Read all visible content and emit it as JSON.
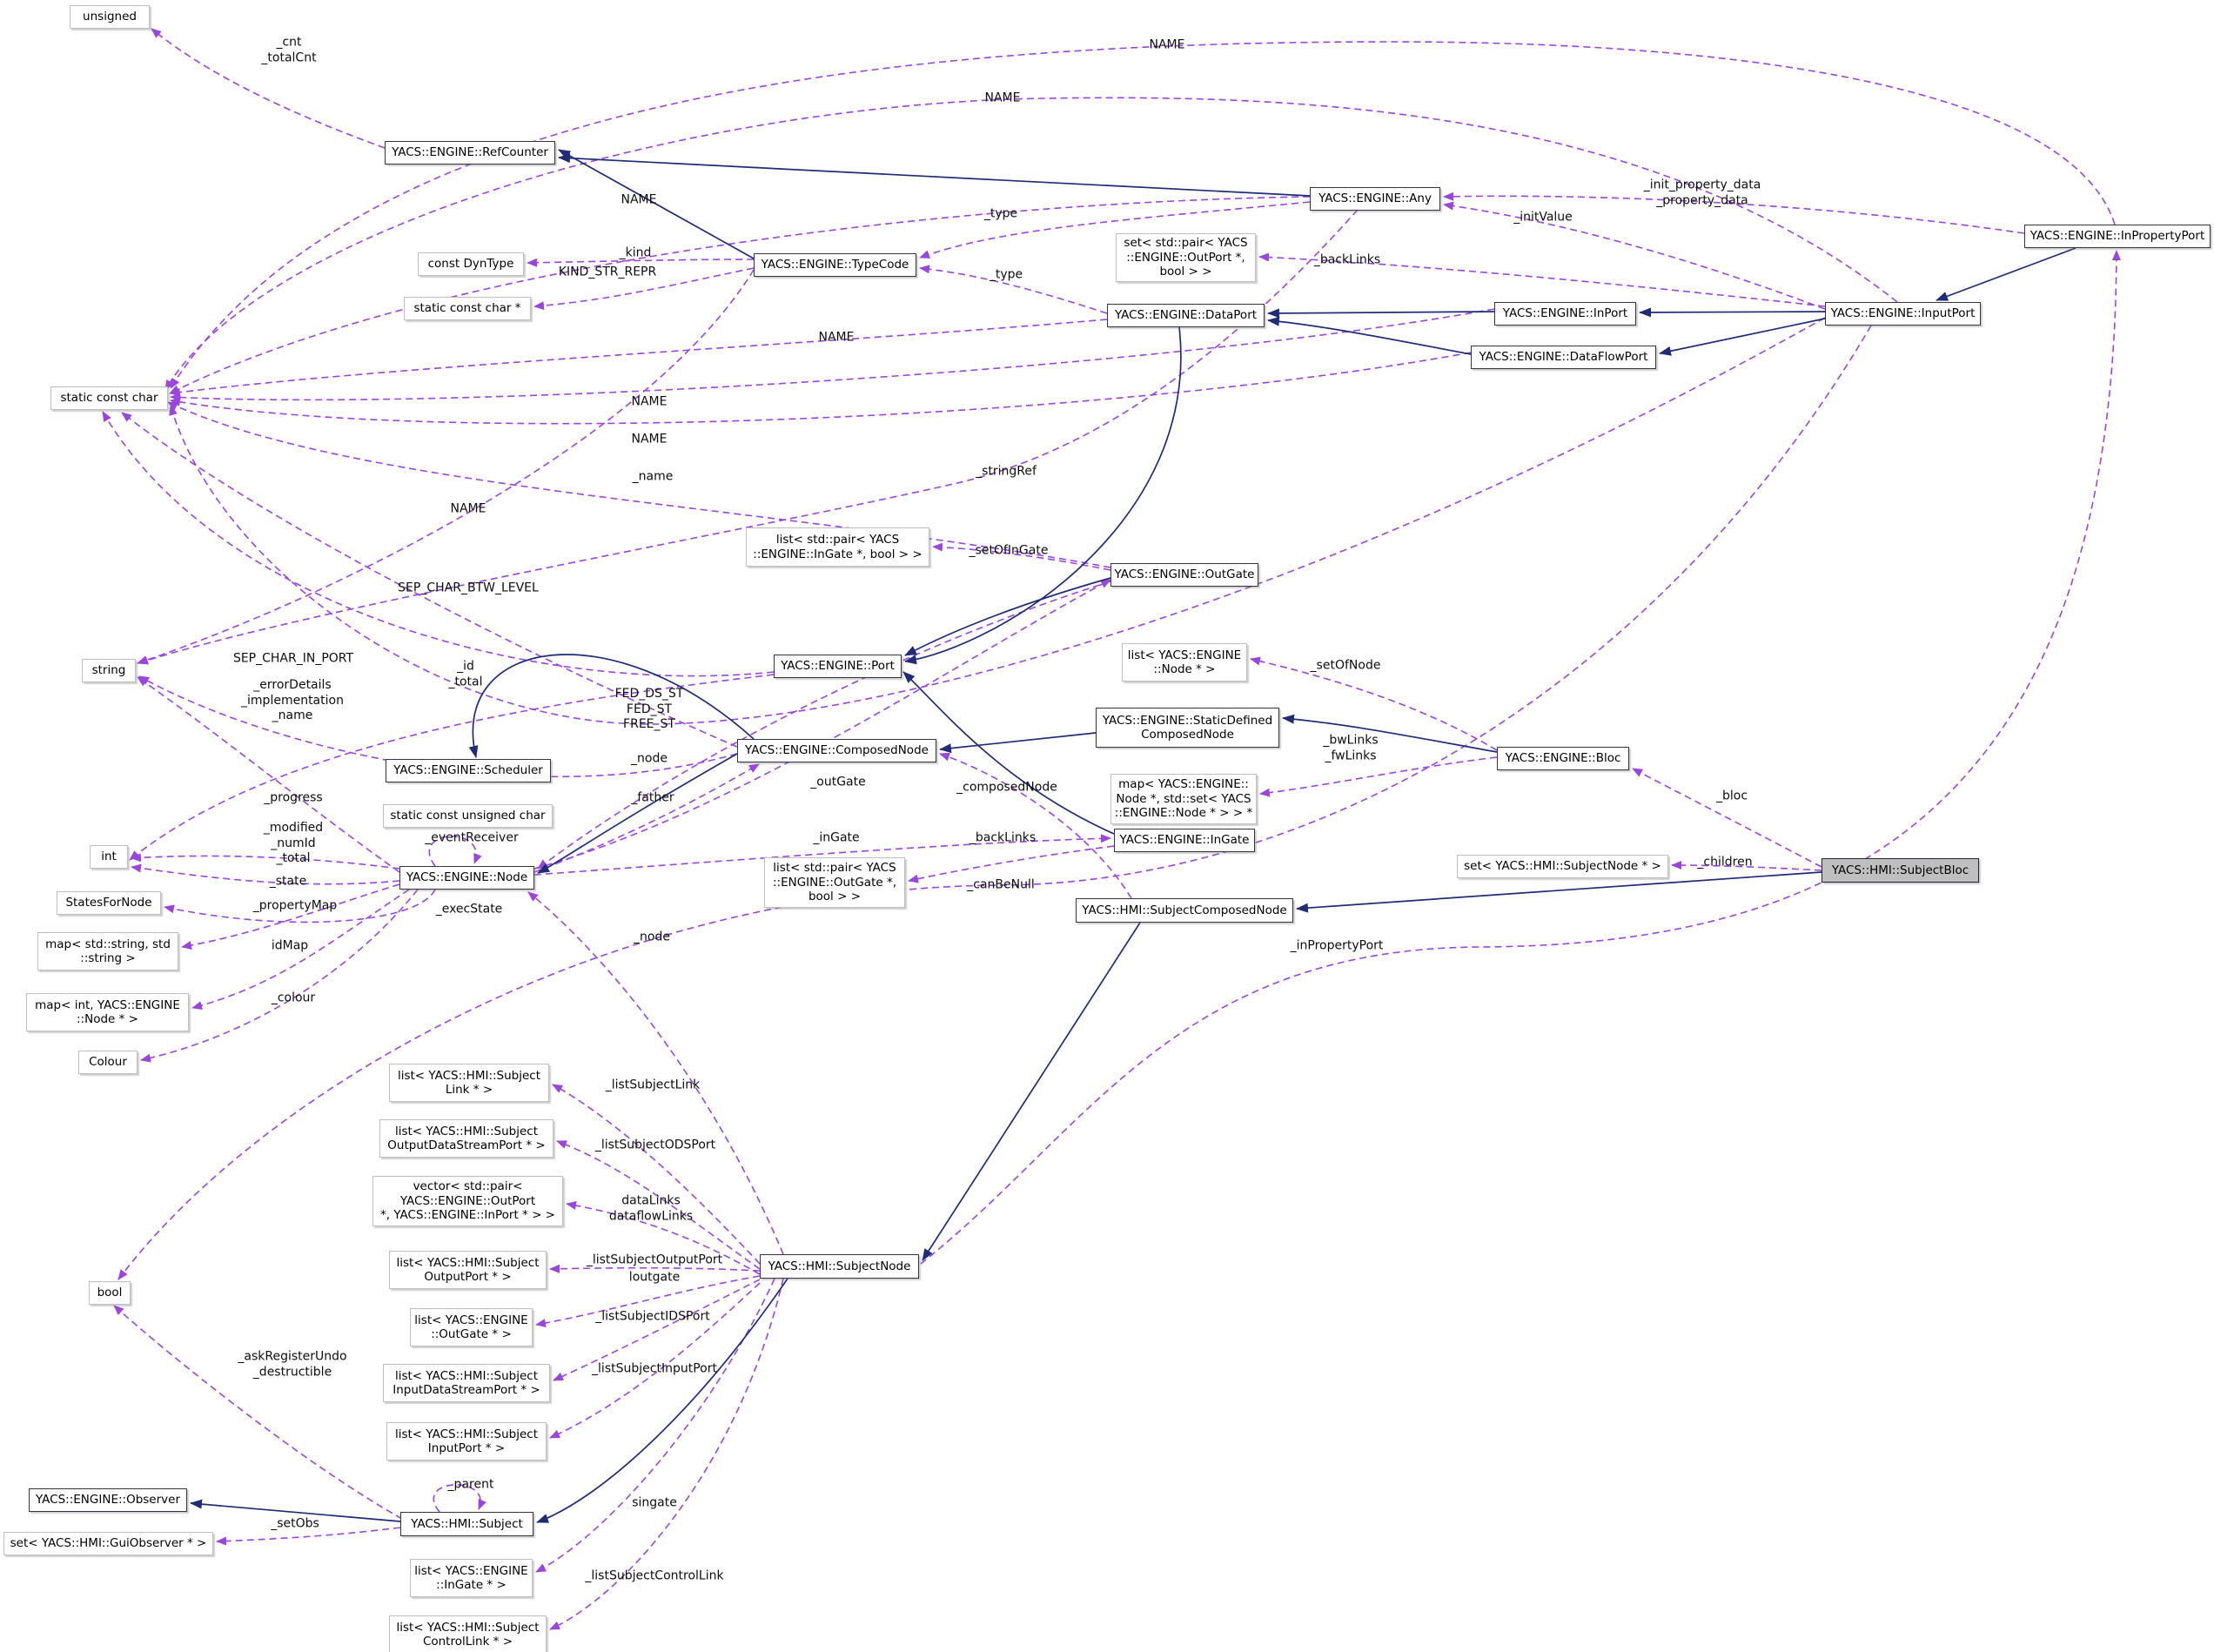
{
  "diagram": {
    "kind": "doxygen-collaboration-graph",
    "highlighted_node": "YACS::HMI::SubjectBloc",
    "colors": {
      "dashed_edge": "#9c45dd",
      "solid_edge": "#1f2d77",
      "highlight_fill": "#bfbfbf",
      "class_border": "#35353d",
      "template_border": "#c0c0c0",
      "background": "#ffffff"
    },
    "nodes": [
      {
        "id": "unsigned",
        "label": "unsigned",
        "kind": "template"
      },
      {
        "id": "refcounter",
        "label": "YACS::ENGINE::RefCounter",
        "kind": "class"
      },
      {
        "id": "any",
        "label": "YACS::ENGINE::Any",
        "kind": "class"
      },
      {
        "id": "dyntype",
        "label": "const DynType",
        "kind": "template"
      },
      {
        "id": "typecode",
        "label": "YACS::ENGINE::TypeCode",
        "kind": "class"
      },
      {
        "id": "staticconstcharptr",
        "label": "static const char *",
        "kind": "template"
      },
      {
        "id": "inpropertyport",
        "label": "YACS::ENGINE::InPropertyPort",
        "kind": "class"
      },
      {
        "id": "setpairoutport",
        "label": "set< std::pair< YACS\n::ENGINE::OutPort *,\nbool > >",
        "kind": "template"
      },
      {
        "id": "dataport",
        "label": "YACS::ENGINE::DataPort",
        "kind": "class"
      },
      {
        "id": "inport",
        "label": "YACS::ENGINE::InPort",
        "kind": "class"
      },
      {
        "id": "inputport",
        "label": "YACS::ENGINE::InputPort",
        "kind": "class"
      },
      {
        "id": "dataflowport",
        "label": "YACS::ENGINE::DataFlowPort",
        "kind": "class"
      },
      {
        "id": "staticconstchar",
        "label": "static const char",
        "kind": "template"
      },
      {
        "id": "listpairingate",
        "label": "list< std::pair< YACS\n::ENGINE::InGate *, bool > >",
        "kind": "template"
      },
      {
        "id": "outgate",
        "label": "YACS::ENGINE::OutGate",
        "kind": "class"
      },
      {
        "id": "listnodeptr",
        "label": "list< YACS::ENGINE\n::Node * >",
        "kind": "template"
      },
      {
        "id": "stringbox",
        "label": "string",
        "kind": "template"
      },
      {
        "id": "port",
        "label": "YACS::ENGINE::Port",
        "kind": "class"
      },
      {
        "id": "staticdefined",
        "label": "YACS::ENGINE::StaticDefined\nComposedNode",
        "kind": "class"
      },
      {
        "id": "composednode",
        "label": "YACS::ENGINE::ComposedNode",
        "kind": "class"
      },
      {
        "id": "scheduler",
        "label": "YACS::ENGINE::Scheduler",
        "kind": "class"
      },
      {
        "id": "staticconstunschar",
        "label": "static const unsigned char",
        "kind": "template"
      },
      {
        "id": "mapnodeset",
        "label": "map< YACS::ENGINE::\nNode *, std::set< YACS\n::ENGINE::Node * > > *",
        "kind": "template"
      },
      {
        "id": "bloc",
        "label": "YACS::ENGINE::Bloc",
        "kind": "class"
      },
      {
        "id": "ingate",
        "label": "YACS::ENGINE::InGate",
        "kind": "class"
      },
      {
        "id": "intbox",
        "label": "int",
        "kind": "template"
      },
      {
        "id": "node",
        "label": "YACS::ENGINE::Node",
        "kind": "class"
      },
      {
        "id": "listpairoutgate",
        "label": "list< std::pair< YACS\n::ENGINE::OutGate *,\nbool > >",
        "kind": "template"
      },
      {
        "id": "statesfornode",
        "label": "StatesForNode",
        "kind": "template"
      },
      {
        "id": "setsubjectnode",
        "label": "set< YACS::HMI::SubjectNode * >",
        "kind": "template"
      },
      {
        "id": "subjectbloc",
        "label": "YACS::HMI::SubjectBloc",
        "kind": "highlight"
      },
      {
        "id": "subjectcomposednode",
        "label": "YACS::HMI::SubjectComposedNode",
        "kind": "class"
      },
      {
        "id": "mapstringstring",
        "label": "map< std::string, std\n::string >",
        "kind": "template"
      },
      {
        "id": "mapintnode",
        "label": "map< int, YACS::ENGINE\n::Node * >",
        "kind": "template"
      },
      {
        "id": "colour",
        "label": "Colour",
        "kind": "template"
      },
      {
        "id": "listsubjectlink",
        "label": "list< YACS::HMI::Subject\nLink * >",
        "kind": "template"
      },
      {
        "id": "listsubjectodsport",
        "label": "list< YACS::HMI::Subject\nOutputDataStreamPort * >",
        "kind": "template"
      },
      {
        "id": "vectorpair",
        "label": "vector< std::pair<\nYACS::ENGINE::OutPort\n*, YACS::ENGINE::InPort * > >",
        "kind": "template"
      },
      {
        "id": "subjectnode",
        "label": "YACS::HMI::SubjectNode",
        "kind": "class"
      },
      {
        "id": "listsubjectoutputport",
        "label": "list< YACS::HMI::Subject\nOutputPort * >",
        "kind": "template"
      },
      {
        "id": "boolbox",
        "label": "bool",
        "kind": "template"
      },
      {
        "id": "listoutgateptr",
        "label": "list< YACS::ENGINE\n::OutGate * >",
        "kind": "template"
      },
      {
        "id": "listsubjectidsport",
        "label": "list< YACS::HMI::Subject\nInputDataStreamPort * >",
        "kind": "template"
      },
      {
        "id": "listsubjectinputport",
        "label": "list< YACS::HMI::Subject\nInputPort * >",
        "kind": "template"
      },
      {
        "id": "observer",
        "label": "YACS::ENGINE::Observer",
        "kind": "class"
      },
      {
        "id": "subject",
        "label": "YACS::HMI::Subject",
        "kind": "class"
      },
      {
        "id": "setguiobserver",
        "label": "set< YACS::HMI::GuiObserver * >",
        "kind": "template"
      },
      {
        "id": "listingateptr",
        "label": "list< YACS::ENGINE\n::InGate * >",
        "kind": "template"
      },
      {
        "id": "listsubjectcontrollink",
        "label": "list< YACS::HMI::Subject\nControlLink * >",
        "kind": "template"
      }
    ],
    "edges": [
      {
        "id": "cnt",
        "from": "refcounter",
        "to": "unsigned",
        "label": "_cnt\n_totalCnt",
        "style": "dashed"
      },
      {
        "id": "name_ipp",
        "from": "inpropertyport",
        "to": "staticconstchar",
        "label": "NAME",
        "style": "dashed"
      },
      {
        "id": "name_inputport",
        "from": "inputport",
        "to": "staticconstchar",
        "label": "NAME",
        "style": "dashed"
      },
      {
        "id": "name_any",
        "from": "any",
        "to": "staticconstchar",
        "label": "NAME",
        "style": "dashed"
      },
      {
        "id": "kind",
        "from": "typecode",
        "to": "dyntype",
        "label": "_kind",
        "style": "dashed"
      },
      {
        "id": "kindstr",
        "from": "typecode",
        "to": "staticconstcharptr",
        "label": "KIND_STR_REPR",
        "style": "dashed"
      },
      {
        "id": "type1",
        "from": "any",
        "to": "typecode",
        "label": "_type",
        "style": "dashed"
      },
      {
        "id": "type2",
        "from": "dataport",
        "to": "typecode",
        "label": "_type",
        "style": "dashed"
      },
      {
        "id": "initprop",
        "from": "inpropertyport",
        "to": "any",
        "label": "_init_property_data\n_property_data",
        "style": "dashed"
      },
      {
        "id": "initvalue",
        "from": "inputport",
        "to": "any",
        "label": "_initValue",
        "style": "dashed"
      },
      {
        "id": "backlinks1",
        "from": "inputport",
        "to": "setpairoutport",
        "label": "_backLinks",
        "style": "dashed"
      },
      {
        "id": "name_dataport",
        "from": "dataport",
        "to": "staticconstchar",
        "label": "NAME",
        "style": "dashed"
      },
      {
        "id": "name_inport",
        "from": "inport",
        "to": "staticconstchar",
        "label": "NAME",
        "style": "dashed"
      },
      {
        "id": "name_dfp",
        "from": "dataflowport",
        "to": "staticconstchar",
        "label": "NAME",
        "style": "dashed"
      },
      {
        "id": "stringref",
        "from": "any",
        "to": "stringbox",
        "label": "_stringRef",
        "style": "dashed"
      },
      {
        "id": "setofingate",
        "from": "outgate",
        "to": "listpairingate",
        "label": "_setOfInGate",
        "style": "dashed"
      },
      {
        "id": "name_outgate",
        "from": "outgate",
        "to": "staticconstchar",
        "label": "NAME",
        "style": "dashed"
      },
      {
        "id": "sepbtw",
        "from": "composednode",
        "to": "staticconstchar",
        "label": "SEP_CHAR_BTW_LEVEL",
        "style": "dashed"
      },
      {
        "id": "sepin",
        "from": "port",
        "to": "staticconstchar",
        "label": "SEP_CHAR_IN_PORT",
        "style": "dashed"
      },
      {
        "id": "idtotal",
        "from": "port",
        "to": "intbox",
        "label": "_id\n_total",
        "style": "dashed"
      },
      {
        "id": "feds",
        "from": "inputport",
        "to": "staticconstchar",
        "label": "FED_DS_ST\nFED_ST\nFREE_ST",
        "style": "dashed"
      },
      {
        "id": "node_og",
        "from": "outgate",
        "to": "node",
        "label": "_node",
        "style": "dashed"
      },
      {
        "id": "father",
        "from": "node",
        "to": "composednode",
        "label": "_father",
        "style": "dashed"
      },
      {
        "id": "outgate_ref",
        "from": "node",
        "to": "outgate",
        "label": "_outGate",
        "style": "dashed"
      },
      {
        "id": "composednode_ref",
        "from": "subjectcomposednode",
        "to": "composednode",
        "label": "_composedNode",
        "style": "dashed"
      },
      {
        "id": "progress",
        "from": "composednode",
        "to": "stringbox",
        "label": "_progress",
        "style": "dashed"
      },
      {
        "id": "ingate_ref",
        "from": "node",
        "to": "ingate",
        "label": "_inGate",
        "style": "dashed"
      },
      {
        "id": "errordetails",
        "from": "node",
        "to": "stringbox",
        "label": "_errorDetails\n_implementation\n_name",
        "style": "dashed"
      },
      {
        "id": "name_tc",
        "from": "typecode",
        "to": "stringbox",
        "label": "_name",
        "style": "dashed"
      },
      {
        "id": "setofnode",
        "from": "bloc",
        "to": "listnodeptr",
        "label": "_setOfNode",
        "style": "dashed"
      },
      {
        "id": "bwlinks",
        "from": "bloc",
        "to": "mapnodeset",
        "label": "_bwLinks\n_fwLinks",
        "style": "dashed"
      },
      {
        "id": "bloc_ref",
        "from": "subjectbloc",
        "to": "bloc",
        "label": "_bloc",
        "style": "dashed"
      },
      {
        "id": "children",
        "from": "subjectbloc",
        "to": "setsubjectnode",
        "label": "_children",
        "style": "dashed"
      },
      {
        "id": "inpropertyport_ref",
        "from": "subjectnode",
        "to": "inpropertyport",
        "label": "_inPropertyPort",
        "style": "dashed"
      },
      {
        "id": "modified",
        "from": "node",
        "to": "intbox",
        "label": "_modified\n_numId\n_total",
        "style": "dashed"
      },
      {
        "id": "state",
        "from": "node",
        "to": "intbox",
        "label": "_state",
        "style": "dashed"
      },
      {
        "id": "eventreceiver",
        "from": "node",
        "to": "node",
        "label": "_eventReceiver",
        "style": "dashed"
      },
      {
        "id": "execstate",
        "from": "node",
        "to": "statesfornode",
        "label": "_execState",
        "style": "dashed"
      },
      {
        "id": "propertymap",
        "from": "node",
        "to": "mapstringstring",
        "label": "_propertyMap",
        "style": "dashed"
      },
      {
        "id": "idmap",
        "from": "node",
        "to": "mapintnode",
        "label": "idMap",
        "style": "dashed"
      },
      {
        "id": "colour_ref",
        "from": "node",
        "to": "colour",
        "label": "_colour",
        "style": "dashed"
      },
      {
        "id": "node_sn",
        "from": "subjectnode",
        "to": "node",
        "label": "_node",
        "style": "dashed"
      },
      {
        "id": "backlinks2",
        "from": "ingate",
        "to": "listpairoutgate",
        "label": "_backLinks",
        "style": "dashed"
      },
      {
        "id": "canbenull",
        "from": "inputport",
        "to": "boolbox",
        "label": "_canBeNull",
        "style": "dashed"
      },
      {
        "id": "lsl",
        "from": "subjectnode",
        "to": "listsubjectlink",
        "label": "_listSubjectLink",
        "style": "dashed"
      },
      {
        "id": "lsods",
        "from": "subjectnode",
        "to": "listsubjectodsport",
        "label": "_listSubjectODSPort",
        "style": "dashed"
      },
      {
        "id": "datalinks",
        "from": "subjectnode",
        "to": "vectorpair",
        "label": "dataLinks\ndataflowLinks",
        "style": "dashed"
      },
      {
        "id": "lsop",
        "from": "subjectnode",
        "to": "listsubjectoutputport",
        "label": "_listSubjectOutputPort",
        "style": "dashed"
      },
      {
        "id": "loutgate",
        "from": "subjectnode",
        "to": "listoutgateptr",
        "label": "loutgate",
        "style": "dashed"
      },
      {
        "id": "lsids",
        "from": "subjectnode",
        "to": "listsubjectidsport",
        "label": "_listSubjectIDSPort",
        "style": "dashed"
      },
      {
        "id": "lsip",
        "from": "subjectnode",
        "to": "listsubjectinputport",
        "label": "_listSubjectInputPort",
        "style": "dashed"
      },
      {
        "id": "singate",
        "from": "subjectnode",
        "to": "listingateptr",
        "label": "singate",
        "style": "dashed"
      },
      {
        "id": "lscl",
        "from": "subjectnode",
        "to": "listsubjectcontrollink",
        "label": "_listSubjectControlLink",
        "style": "dashed"
      },
      {
        "id": "askreg",
        "from": "subject",
        "to": "boolbox",
        "label": "_askRegisterUndo\n_destructible",
        "style": "dashed"
      },
      {
        "id": "parent",
        "from": "subject",
        "to": "subject",
        "label": "_parent",
        "style": "dashed"
      },
      {
        "id": "setobs",
        "from": "subject",
        "to": "setguiobserver",
        "label": "_setObs",
        "style": "dashed"
      },
      {
        "id": "i_tc_rc",
        "from": "typecode",
        "to": "refcounter",
        "label": "",
        "style": "solid"
      },
      {
        "id": "i_any_rc",
        "from": "any",
        "to": "refcounter",
        "label": "",
        "style": "solid"
      },
      {
        "id": "i_ip_dp",
        "from": "inport",
        "to": "dataport",
        "label": "",
        "style": "solid"
      },
      {
        "id": "i_dfp_dp",
        "from": "dataflowport",
        "to": "dataport",
        "label": "",
        "style": "solid"
      },
      {
        "id": "i_inp_ip",
        "from": "inputport",
        "to": "inport",
        "label": "",
        "style": "solid"
      },
      {
        "id": "i_inp_dfp",
        "from": "inputport",
        "to": "dataflowport",
        "label": "",
        "style": "solid"
      },
      {
        "id": "i_ipp_inp",
        "from": "inpropertyport",
        "to": "inputport",
        "label": "",
        "style": "solid"
      },
      {
        "id": "i_dp_port",
        "from": "dataport",
        "to": "port",
        "label": "",
        "style": "solid"
      },
      {
        "id": "i_ig_port",
        "from": "ingate",
        "to": "port",
        "label": "",
        "style": "solid"
      },
      {
        "id": "i_og_port",
        "from": "outgate",
        "to": "port",
        "label": "",
        "style": "solid"
      },
      {
        "id": "i_cn_sched",
        "from": "composednode",
        "to": "scheduler",
        "label": "",
        "style": "solid"
      },
      {
        "id": "i_cn_node",
        "from": "composednode",
        "to": "node",
        "label": "",
        "style": "solid"
      },
      {
        "id": "i_sd_cn",
        "from": "staticdefined",
        "to": "composednode",
        "label": "",
        "style": "solid"
      },
      {
        "id": "i_bloc_sd",
        "from": "bloc",
        "to": "staticdefined",
        "label": "",
        "style": "solid"
      },
      {
        "id": "i_sb_scn",
        "from": "subjectbloc",
        "to": "subjectcomposednode",
        "label": "",
        "style": "solid"
      },
      {
        "id": "i_scn_sn",
        "from": "subjectcomposednode",
        "to": "subjectnode",
        "label": "",
        "style": "solid"
      },
      {
        "id": "i_sn_subj",
        "from": "subjectnode",
        "to": "subject",
        "label": "",
        "style": "solid"
      },
      {
        "id": "i_subj_obs",
        "from": "subject",
        "to": "observer",
        "label": "",
        "style": "solid"
      }
    ]
  }
}
